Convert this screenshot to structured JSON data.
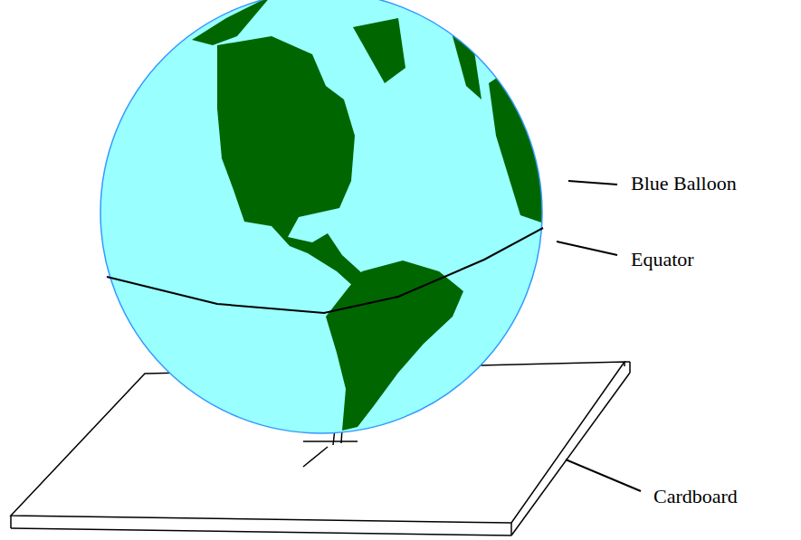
{
  "diagram": {
    "labels": [
      "Blue Balloon",
      "Equator",
      "Cardboard"
    ]
  }
}
